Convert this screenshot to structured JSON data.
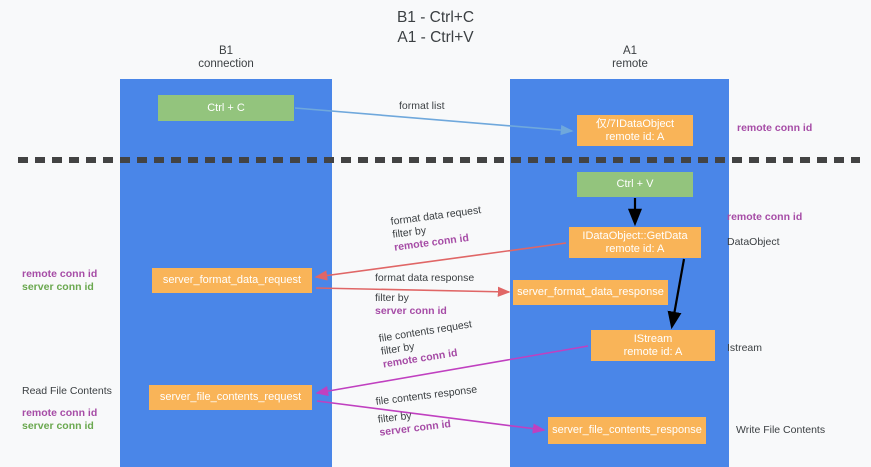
{
  "title": {
    "line1": "B1 - Ctrl+C",
    "line2": "A1 - Ctrl+V"
  },
  "columns": [
    {
      "id": "b1",
      "name": "B1",
      "role": "connection",
      "color": "#4a86e8"
    },
    {
      "id": "a1",
      "name": "A1",
      "role": "remote",
      "color": "#4a86e8"
    }
  ],
  "legend_colors": {
    "remote_conn_id": "#a64ca6",
    "server_conn_id": "#6aa84f",
    "band": "#4a86e8",
    "green_node": "#93c47d",
    "orange_node": "#f9b458",
    "arrow_blue": "#6fa8dc",
    "arrow_red": "#e06666",
    "arrow_magenta": "#c040c0",
    "arrow_black": "#000000",
    "divider": "#434343"
  },
  "nodes": {
    "ctrl_c": {
      "label": "Ctrl + C",
      "color": "green"
    },
    "idataobject": {
      "line1": "仅/7IDataObject",
      "line2": "remote id: A",
      "color": "orange"
    },
    "ctrl_v": {
      "label": "Ctrl + V",
      "color": "green"
    },
    "getdata": {
      "line1": "IDataObject::GetData",
      "line2": "remote id: A",
      "color": "orange"
    },
    "server_format_data_request": {
      "label": "server_format_data_request",
      "color": "orange"
    },
    "server_format_data_response": {
      "label": "server_format_data_response",
      "color": "orange"
    },
    "istream": {
      "line1": "IStream",
      "line2": "remote id: A",
      "color": "orange"
    },
    "server_file_contents_request": {
      "label": "server_file_contents_request",
      "color": "orange"
    },
    "server_file_contents_response": {
      "label": "server_file_contents_response",
      "color": "orange"
    }
  },
  "arrow_labels": {
    "format_list": "format list",
    "format_data_request": "format data request",
    "format_data_request_filter_prefix": "filter by ",
    "format_data_request_filter_value": "remote conn id",
    "format_data_response": "format data response",
    "format_data_response_filter_prefix": "filter by ",
    "format_data_response_filter_value": "server conn id",
    "file_contents_request": "file contents request",
    "file_contents_request_filter_prefix": "filter by ",
    "file_contents_request_filter_value": "remote conn id",
    "file_contents_response": "file contents response",
    "file_contents_response_filter_prefix": "filter by ",
    "file_contents_response_filter_value": "server conn id"
  },
  "side_labels": {
    "right_top_remote_conn_id": "remote conn id",
    "right_mid_remote_conn_id": "remote conn id",
    "right_dataobject": "DataObject",
    "right_istream": "Istream",
    "right_write_file_contents": "Write File Contents",
    "left_mid_remote_conn_id": "remote conn id",
    "left_mid_server_conn_id": "server conn id",
    "left_bot_read_file_contents": "Read File Contents",
    "left_bot_remote_conn_id": "remote conn id",
    "left_bot_server_conn_id": "server conn id"
  }
}
